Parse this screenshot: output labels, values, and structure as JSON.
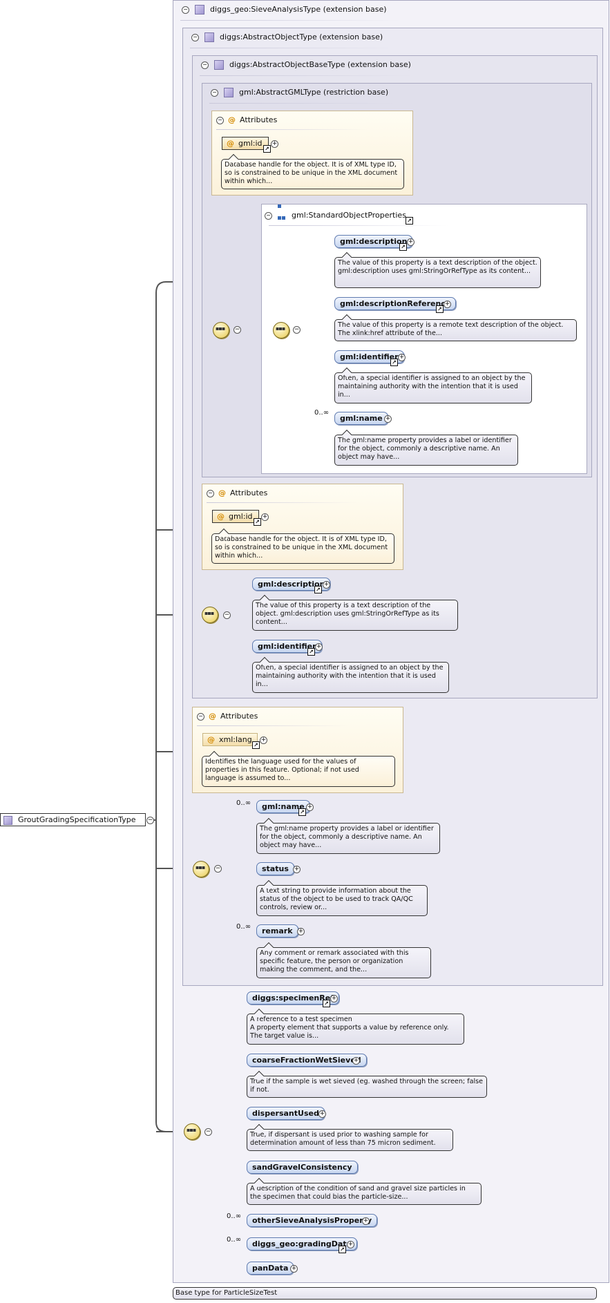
{
  "root": {
    "label": "GroutGradingSpecificationType"
  },
  "containers": {
    "sieve": {
      "title": "diggs_geo:SieveAnalysisType (extension base)"
    },
    "abstract_object": {
      "title": "diggs:AbstractObjectType (extension base)"
    },
    "abstract_object_base": {
      "title": "diggs:AbstractObjectBaseType (extension base)"
    },
    "abstract_gml": {
      "title": "gml:AbstractGMLType (restriction base)"
    }
  },
  "attributes_title": "Attributes",
  "gml_attrs": {
    "name": "gml:id",
    "doc": "Database handle for the object. It is of XML type ID, so is constrained to be unique in the XML document within which..."
  },
  "std_props": {
    "title": "gml:StandardObjectProperties",
    "items": [
      {
        "name": "gml:description",
        "doc": "The value of this property is a text description of the object. gml:description uses gml:StringOrRefType as its content..."
      },
      {
        "name": "gml:descriptionReference",
        "doc": "The value of this property is a remote text description of the object. The xlink:href attribute of the..."
      },
      {
        "name": "gml:identifier",
        "doc": "Often, a special identifier is assigned to an object by the maintaining authority with the intention that it is used in..."
      },
      {
        "name": "gml:name",
        "card": "0..∞",
        "doc": "The gml:name property provides a label or identifier for the object, commonly a descriptive name. An object may have..."
      }
    ]
  },
  "base_attrs": {
    "name": "gml:id",
    "doc": "Database handle for the object. It is of XML type ID, so is constrained to be unique in the XML document within which..."
  },
  "base_seq": {
    "items": [
      {
        "name": "gml:description",
        "doc": "The value of this property is a text description of the object. gml:description uses gml:StringOrRefType as its content..."
      },
      {
        "name": "gml:identifier",
        "doc": "Often, a special identifier is assigned to an object by the maintaining authority with the intention that it is used in..."
      }
    ]
  },
  "obj_attrs": {
    "name": "xml:lang",
    "doc": "Identifies the language used for the values of properties in this feature. Optional; if not used language is assumed to..."
  },
  "obj_seq": {
    "items": [
      {
        "name": "gml:name",
        "card": "0..∞",
        "doc": "The gml:name property provides a label or identifier for the object, commonly a descriptive name. An object may have..."
      },
      {
        "name": "status",
        "doc": "A text string to provide information about the status of the object to be used to track QA/QC controls, review or..."
      },
      {
        "name": "remark",
        "card": "0..∞",
        "doc": "Any comment or remark associated with this specific feature, the person or organization making the comment, and the..."
      }
    ]
  },
  "sieve_seq": {
    "items": [
      {
        "name": "diggs:specimenRef",
        "doc": "A reference to a test specimen\nA property element that supports a value by reference only. The target value is..."
      },
      {
        "name": "coarseFractionWetSieved",
        "doc": "True if the sample is wet sieved (eg. washed through the screen; false if not."
      },
      {
        "name": "dispersantUsed",
        "doc": "True, if dispersant is used prior to washing sample for determination amount of less than 75 micron sediment."
      },
      {
        "name": "sandGravelConsistency",
        "doc": "A description of the condition of sand and gravel size particles in the specimen that could bias the particle-size..."
      },
      {
        "name": "otherSieveAnalysisProperty",
        "card": "0..∞"
      },
      {
        "name": "diggs_geo:gradingData",
        "card": "0..∞"
      },
      {
        "name": "panData"
      }
    ]
  },
  "base_type_note": "Base type for ParticleSizeTest",
  "glyphs": {
    "collapse": "−",
    "expand": "+",
    "reference": "↗",
    "attribute": "@"
  },
  "colors": {
    "element_fill": "#c7d6f0",
    "attribute_fill": "#fbf1da",
    "container_fill": "#e6e5ef",
    "sequence_fill": "#f0da7a"
  }
}
